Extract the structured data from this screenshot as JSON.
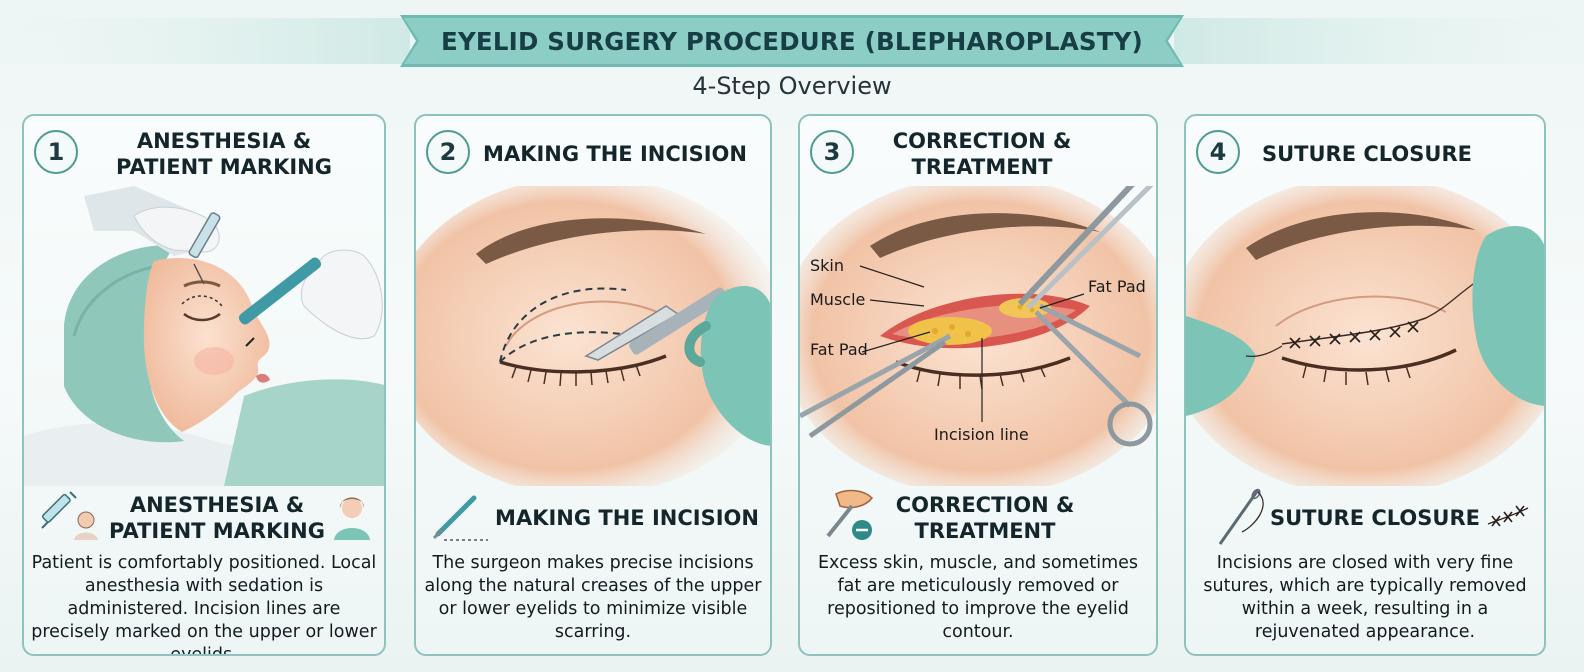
{
  "header": {
    "title": "EYELID SURGERY PROCEDURE (BLEPHAROPLASTY)",
    "subtitle": "4-Step Overview"
  },
  "colors": {
    "banner": "#6fbab3",
    "panel_border": "#8ec3bd",
    "glove": "#7cc4b6",
    "skin": "#f3c9ad"
  },
  "steps": [
    {
      "number": "1",
      "title": "ANESTHESIA & PATIENT MARKING",
      "subheading": "ANESTHESIA & PATIENT MARKING",
      "description": "Patient is comfortably positioned. Local anesthesia with sedation is administered. Incision lines are precisely marked on the upper or lower eyelids.",
      "icons": [
        "syringe-icon",
        "patient-profile-icon",
        "nurse-icon"
      ]
    },
    {
      "number": "2",
      "title": "MAKING THE INCISION",
      "subheading": "MAKING THE INCISION",
      "description": "The surgeon makes precise incisions along the natural creases of the upper or lower eyelids to minimize visible scarring.",
      "icons": [
        "scalpel-icon"
      ]
    },
    {
      "number": "3",
      "title": "CORRECTION & TREATMENT",
      "subheading": "CORRECTION & TREATMENT",
      "description": "Excess skin, muscle, and sometimes fat are meticulously removed or repositioned to improve the eyelid contour.",
      "labels": {
        "skin": "Skin",
        "muscle": "Muscle",
        "fat_pad_left": "Fat Pad",
        "fat_pad_right": "Fat Pad",
        "incision_line": "Incision line"
      },
      "icons": [
        "tissue-removal-icon"
      ]
    },
    {
      "number": "4",
      "title": "SUTURE CLOSURE",
      "subheading": "SUTURE CLOSURE",
      "description": "Incisions are closed with very fine sutures, which are typically removed within a week, resulting in a rejuvenated appearance.",
      "icons": [
        "needle-thread-icon",
        "stitches-icon"
      ]
    }
  ]
}
